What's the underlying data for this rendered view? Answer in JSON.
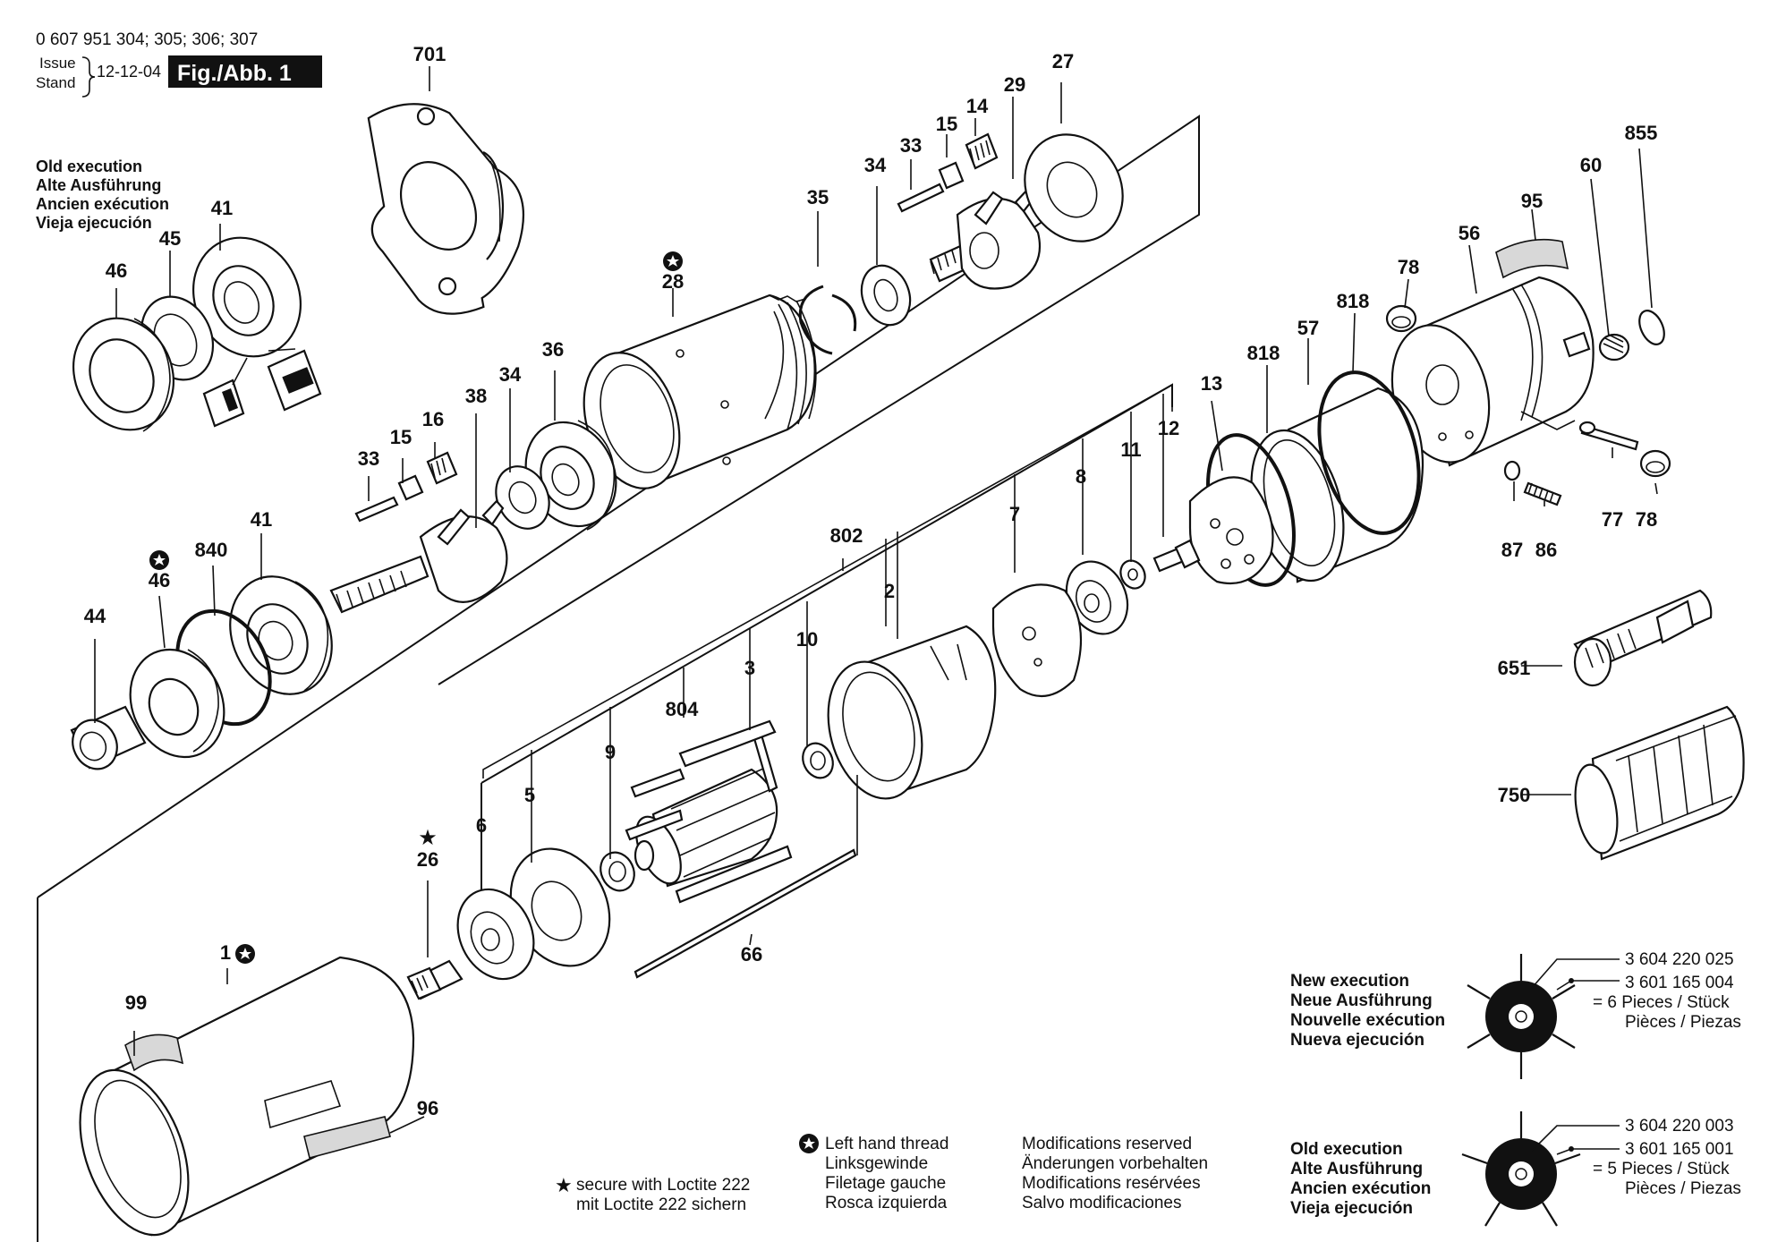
{
  "header": {
    "part_numbers": "0 607 951 304; 305; 306; 307",
    "issue_label": "Issue",
    "stand_label": "Stand",
    "issue_date": "12-12-04",
    "figure_label": "Fig./Abb. 1"
  },
  "old_execution_block": [
    "Old execution",
    "Alte Ausführung",
    "Ancien exécution",
    "Vieja ejecución"
  ],
  "callouts": [
    {
      "id": "c701",
      "text": "701"
    },
    {
      "id": "c41a",
      "text": "41"
    },
    {
      "id": "c45",
      "text": "45"
    },
    {
      "id": "c46a",
      "text": "46"
    },
    {
      "id": "c27",
      "text": "27"
    },
    {
      "id": "c29",
      "text": "29"
    },
    {
      "id": "c14",
      "text": "14"
    },
    {
      "id": "c15a",
      "text": "15"
    },
    {
      "id": "c33a",
      "text": "33"
    },
    {
      "id": "c34a",
      "text": "34"
    },
    {
      "id": "c35",
      "text": "35"
    },
    {
      "id": "c28",
      "text": "28"
    },
    {
      "id": "c855",
      "text": "855"
    },
    {
      "id": "c60",
      "text": "60"
    },
    {
      "id": "c95",
      "text": "95"
    },
    {
      "id": "c56",
      "text": "56"
    },
    {
      "id": "c78a",
      "text": "78"
    },
    {
      "id": "c818a",
      "text": "818"
    },
    {
      "id": "c57",
      "text": "57"
    },
    {
      "id": "c818b",
      "text": "818"
    },
    {
      "id": "c13",
      "text": "13"
    },
    {
      "id": "c12",
      "text": "12"
    },
    {
      "id": "c11",
      "text": "11"
    },
    {
      "id": "c8",
      "text": "8"
    },
    {
      "id": "c7",
      "text": "7"
    },
    {
      "id": "c77",
      "text": "77"
    },
    {
      "id": "c78b",
      "text": "78"
    },
    {
      "id": "c87",
      "text": "87"
    },
    {
      "id": "c86",
      "text": "86"
    },
    {
      "id": "c36",
      "text": "36"
    },
    {
      "id": "c34b",
      "text": "34"
    },
    {
      "id": "c38",
      "text": "38"
    },
    {
      "id": "c16",
      "text": "16"
    },
    {
      "id": "c15b",
      "text": "15"
    },
    {
      "id": "c33b",
      "text": "33"
    },
    {
      "id": "c41b",
      "text": "41"
    },
    {
      "id": "c840",
      "text": "840"
    },
    {
      "id": "c46b",
      "text": "46"
    },
    {
      "id": "c44",
      "text": "44"
    },
    {
      "id": "c802",
      "text": "802"
    },
    {
      "id": "c2",
      "text": "2"
    },
    {
      "id": "c10",
      "text": "10"
    },
    {
      "id": "c3",
      "text": "3"
    },
    {
      "id": "c804",
      "text": "804"
    },
    {
      "id": "c9",
      "text": "9"
    },
    {
      "id": "c5",
      "text": "5"
    },
    {
      "id": "c6",
      "text": "6"
    },
    {
      "id": "c26",
      "text": "26"
    },
    {
      "id": "c1",
      "text": "1"
    },
    {
      "id": "c99",
      "text": "99"
    },
    {
      "id": "c96",
      "text": "96"
    },
    {
      "id": "c66",
      "text": "66"
    },
    {
      "id": "c651",
      "text": "651"
    },
    {
      "id": "c750",
      "text": "750"
    }
  ],
  "new_execution": {
    "labels": [
      "New execution",
      "Neue Ausführung",
      "Nouvelle exécution",
      "Nueva ejecución"
    ],
    "part_a": "3 604 220 025",
    "part_b": "3 601 165 004",
    "qty": "= 6 Pieces / Stück",
    "qty2": "Pièces / Piezas"
  },
  "old_execution_bottom": {
    "labels": [
      "Old execution",
      "Alte Ausführung",
      "Ancien exécution",
      "Vieja ejecución"
    ],
    "part_a": "3 604 220 003",
    "part_b": "3 601 165 001",
    "qty": "= 5 Pieces / Stück",
    "qty2": "Pièces / Piezas"
  },
  "legend": {
    "loctite": [
      "secure with Loctite 222",
      "mit Loctite 222 sichern"
    ],
    "left_hand": [
      "Left hand thread",
      "Linksgewinde",
      "Filetage gauche",
      "Rosca izquierda"
    ],
    "modifications": [
      "Modifications reserved",
      "Änderungen vorbehalten",
      "Modifications resérvées",
      "Salvo modificaciones"
    ]
  }
}
